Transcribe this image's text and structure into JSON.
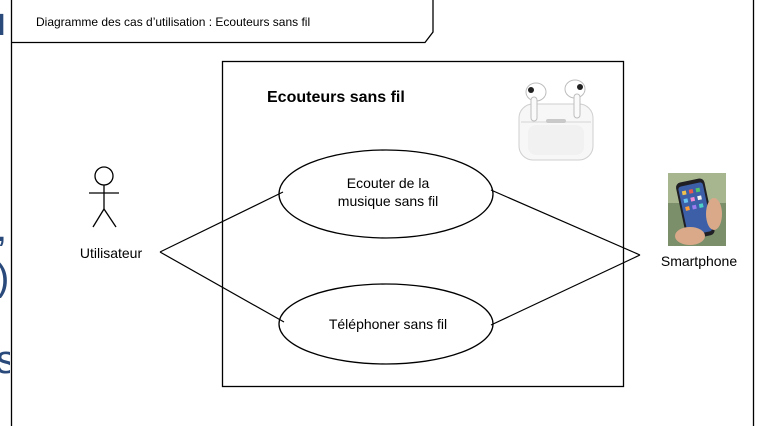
{
  "frame": {
    "title": "Diagramme des cas d’utilisation : Ecouteurs sans fil"
  },
  "system": {
    "title": "Ecouteurs sans fil",
    "product_image": "wireless-earbuds-case"
  },
  "actors": [
    {
      "id": "utilisateur",
      "label": "Utilisateur",
      "icon": "stick-figure"
    },
    {
      "id": "smartphone",
      "label": "Smartphone",
      "icon": "smartphone-photo"
    }
  ],
  "use_cases": [
    {
      "id": "uc1",
      "lines": [
        "Ecouter de la",
        "musique sans fil"
      ]
    },
    {
      "id": "uc2",
      "lines": [
        "Téléphoner sans fil"
      ]
    }
  ],
  "associations": [
    {
      "from": "utilisateur",
      "to": "uc1"
    },
    {
      "from": "utilisateur",
      "to": "uc2"
    },
    {
      "from": "smartphone",
      "to": "uc1"
    },
    {
      "from": "smartphone",
      "to": "uc2"
    }
  ],
  "colors": {
    "line": "#000000",
    "background": "#ffffff",
    "left_edge_text": "#2a4a7b"
  }
}
